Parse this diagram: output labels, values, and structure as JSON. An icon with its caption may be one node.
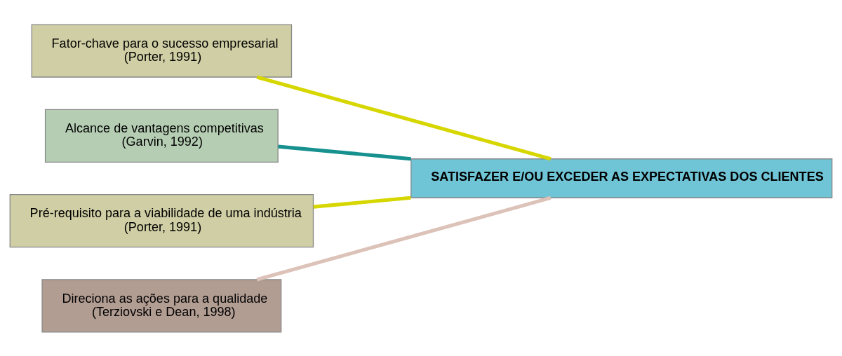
{
  "diagram": {
    "nodes": [
      {
        "text": [
          "Fator-chave para o sucesso empresarial",
          "(Porter, 1991)"
        ]
      },
      {
        "text": [
          "Alcance de vantagens competitivas",
          "(Garvin, 1992)"
        ]
      },
      {
        "text": [
          "SATISFAZER E/OU EXCEDER AS EXPECTATIVAS DOS CLIENTES"
        ]
      },
      {
        "text": [
          "Pré-requisito para a viabilidade de uma indústria",
          "(Porter, 1991)"
        ]
      },
      {
        "text": [
          "Direciona as ações para a qualidade",
          "(Terziovski e Dean, 1998)"
        ]
      }
    ],
    "edges": [
      {
        "from": 0,
        "to": 2,
        "arrow": "none",
        "color": "#d6d600"
      },
      {
        "from": 1,
        "to": 2,
        "arrow": "none",
        "color": "#16918f"
      },
      {
        "from": 3,
        "to": 2,
        "arrow": "none",
        "color": "#d6d600"
      },
      {
        "from": 4,
        "to": 2,
        "arrow": "none",
        "color": "#dcc2b8"
      }
    ]
  }
}
